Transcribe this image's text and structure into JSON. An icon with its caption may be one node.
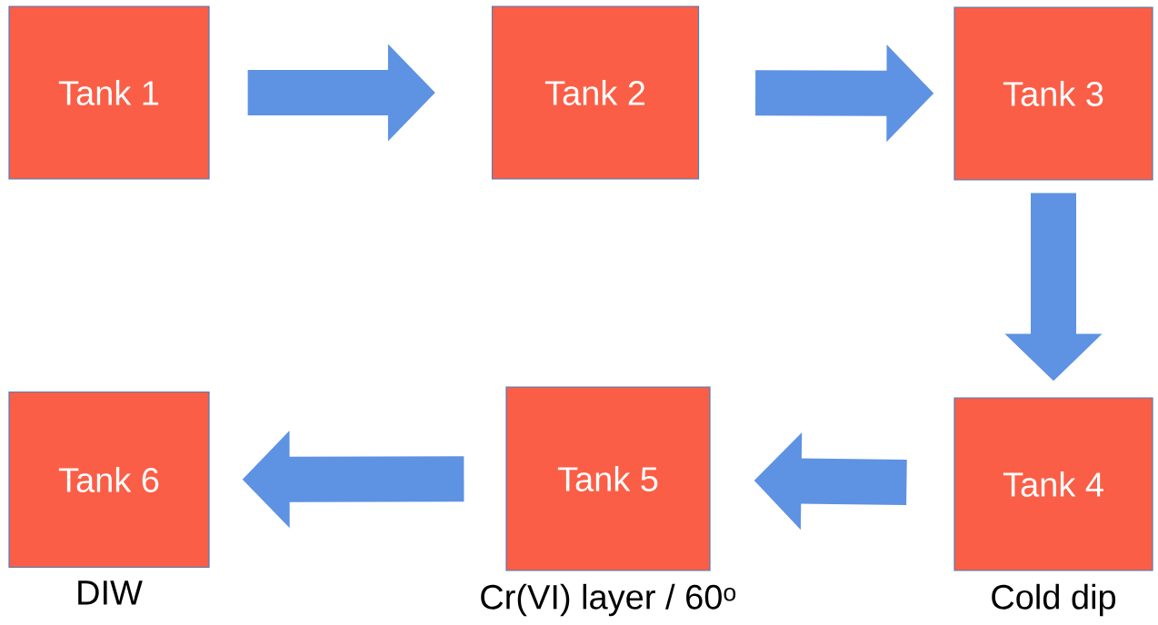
{
  "diagram": {
    "nodes": [
      {
        "text": [
          "Tank 1"
        ]
      },
      {
        "text": [
          "Tank 2"
        ]
      },
      {
        "text": [
          "Tank 3"
        ]
      },
      {
        "text": [
          "Tank 4"
        ],
        "beside": [
          "Cold dip"
        ]
      },
      {
        "text": [
          "Tank 5"
        ],
        "beside": [
          "Cr(VI) layer / 60$^{o}$"
        ]
      },
      {
        "text": [
          "Tank 6"
        ],
        "beside": [
          "DIW"
        ]
      }
    ],
    "edges": [
      {
        "from": 0,
        "to": 1,
        "arrow": "to"
      },
      {
        "from": 1,
        "to": 2,
        "arrow": "to"
      },
      {
        "from": 2,
        "to": 3,
        "arrow": "to"
      },
      {
        "from": 3,
        "to": 4,
        "arrow": "to"
      },
      {
        "from": 4,
        "to": 5,
        "arrow": "to"
      }
    ]
  }
}
